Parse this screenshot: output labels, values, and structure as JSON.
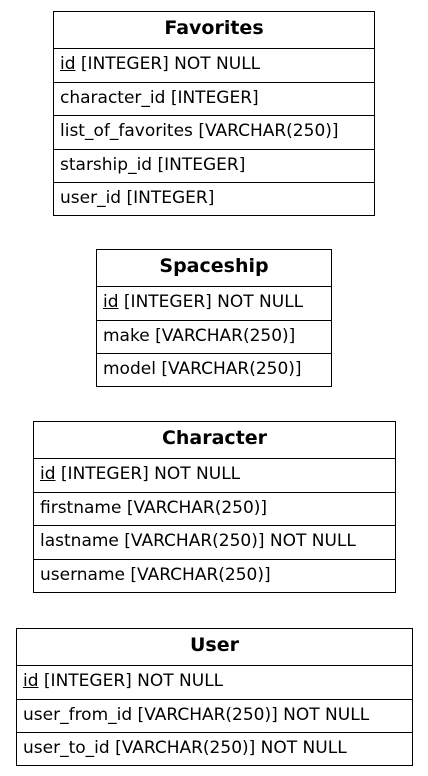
{
  "entities": {
    "favorites": {
      "name": "Favorites",
      "fields": [
        {
          "pk": "id",
          "rest": " [INTEGER] NOT NULL"
        },
        {
          "text": "character_id [INTEGER]"
        },
        {
          "text": "list_of_favorites [VARCHAR(250)]"
        },
        {
          "text": "starship_id [INTEGER]"
        },
        {
          "text": "user_id [INTEGER]"
        }
      ]
    },
    "spaceship": {
      "name": "Spaceship",
      "fields": [
        {
          "pk": "id",
          "rest": " [INTEGER] NOT NULL"
        },
        {
          "text": "make [VARCHAR(250)]"
        },
        {
          "text": "model [VARCHAR(250)]"
        }
      ]
    },
    "character": {
      "name": "Character",
      "fields": [
        {
          "pk": "id",
          "rest": " [INTEGER] NOT NULL"
        },
        {
          "text": "firstname [VARCHAR(250)]"
        },
        {
          "text": "lastname [VARCHAR(250)] NOT NULL"
        },
        {
          "text": "username [VARCHAR(250)]"
        }
      ]
    },
    "user": {
      "name": "User",
      "fields": [
        {
          "pk": "id",
          "rest": " [INTEGER] NOT NULL"
        },
        {
          "text": "user_from_id [VARCHAR(250)] NOT NULL"
        },
        {
          "text": "user_to_id [VARCHAR(250)] NOT NULL"
        }
      ]
    }
  }
}
